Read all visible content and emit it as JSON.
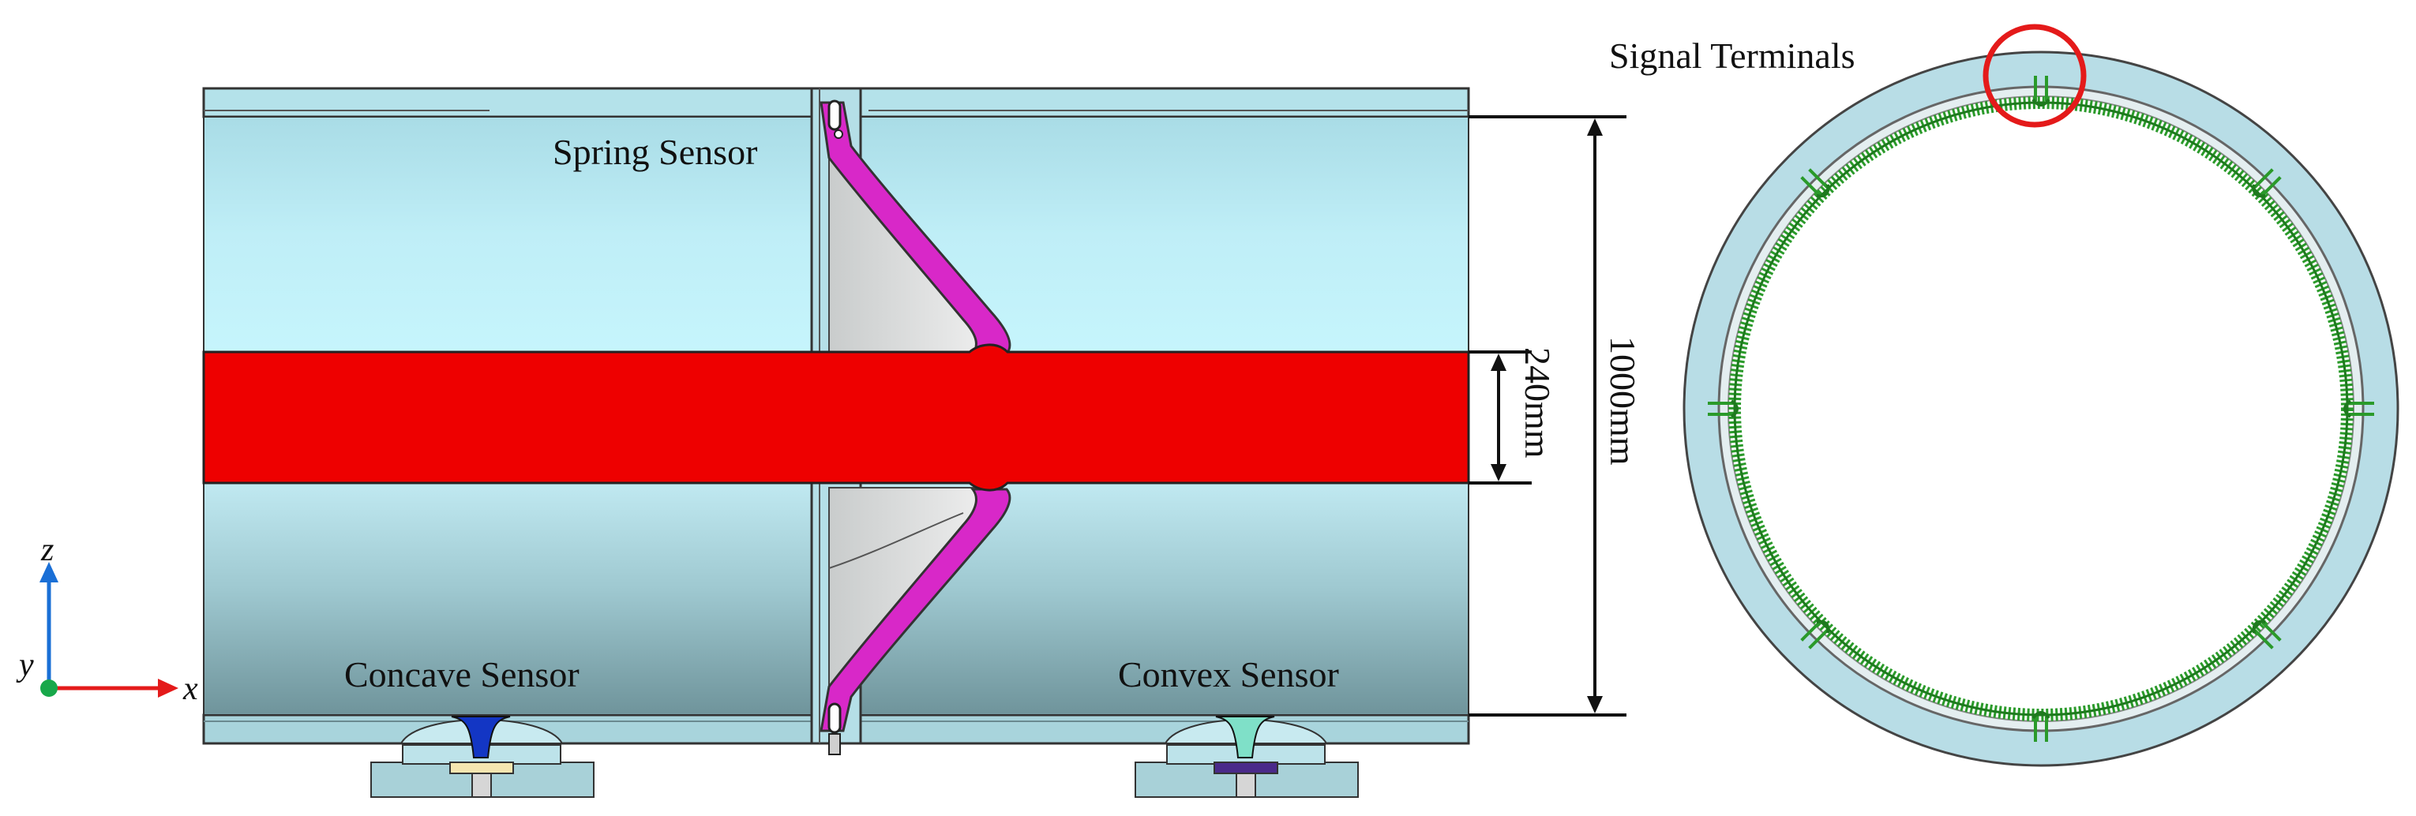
{
  "labels": {
    "spring_sensor": "Spring Sensor",
    "signal_terminals": "Signal Terminals",
    "concave_sensor": "Concave Sensor",
    "convex_sensor": "Convex Sensor",
    "dim_inner": "240mm",
    "dim_outer": "1000mm"
  },
  "axes": {
    "z": "z",
    "y": "y",
    "x": "x"
  },
  "colors": {
    "pipe_top": "#a8dde8",
    "pipe_mid": "#c4f2fa",
    "pipe_bottom": "#7fa3aa",
    "flow_band": "#ee0000",
    "spring_sensor": "#d828c8",
    "dome": "#d9dcdc",
    "concave_core": "#1336c4",
    "convex_core": "#7fe0c8",
    "ring_fill": "#b8dde6",
    "spring_coil": "#2a9a2a",
    "highlight_circle": "#e41a1a",
    "axis_z": "#1a6fd6",
    "axis_x": "#e41a1a",
    "axis_origin": "#18a84a"
  }
}
